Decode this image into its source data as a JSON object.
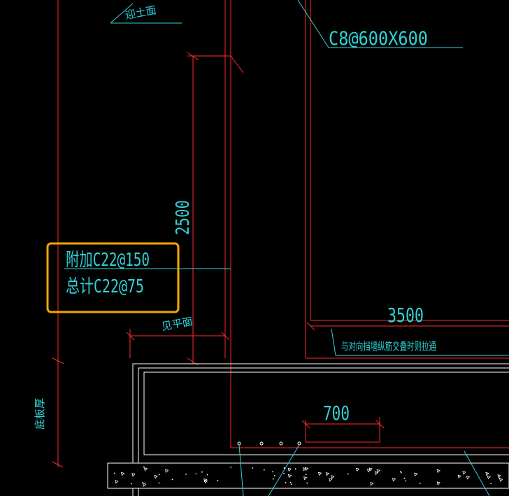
{
  "colors": {
    "background": "#000000",
    "red": "#ff2a2a",
    "cyan": "#2fd3d8",
    "white": "#ffffff",
    "highlight": "#f2a900"
  },
  "labels": {
    "soil_face": "迎土面",
    "mesh_spec": "C8@600X600",
    "dim_2500": "2500",
    "added_rebar": "附加C22@150",
    "total_rebar": "总计C22@75",
    "water_face": "见平面",
    "dim_3500": "3500",
    "lap_note": "与对向挡墙纵筋交叠时则拉通",
    "dim_700": "700",
    "bottom_side_note": "底板厚"
  }
}
